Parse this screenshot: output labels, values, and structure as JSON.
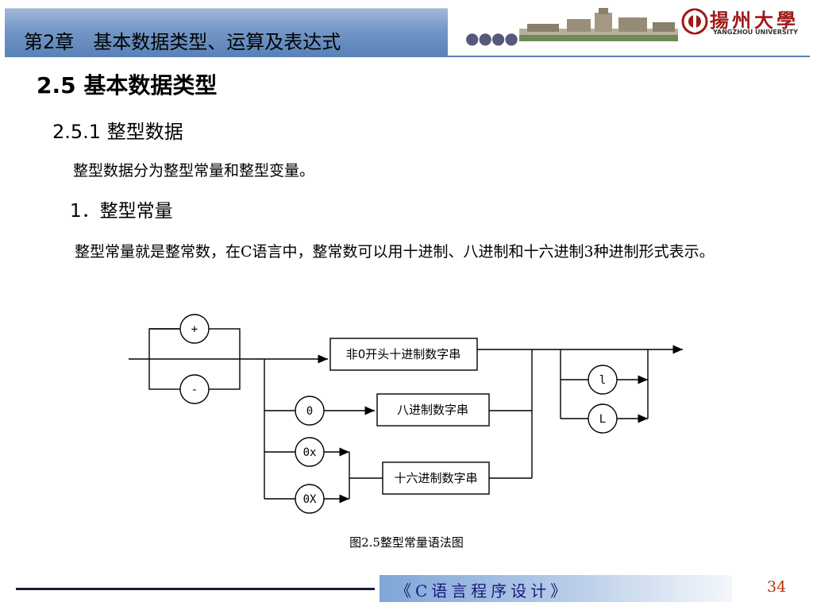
{
  "header": {
    "chapter": "第2章　基本数据类型、运算及表达式",
    "dots": "●●●●",
    "logo_text": "揚州大學",
    "logo_sub": "YANGZHOU UNIVERSITY"
  },
  "section_title": "2.5 基本数据类型",
  "subsection_title": "2.5.1 整型数据",
  "paragraph1": "整型数据分为整型常量和整型变量。",
  "item_title": "1．整型常量",
  "paragraph2": "整型常量就是整常数，在C语言中，整常数可以用十进制、八进制和十六进制3种进制形式表示。",
  "diagram": {
    "plus": "+",
    "minus": "-",
    "zero": "0",
    "zero_x": "0x",
    "zero_X": "0X",
    "decimal_box": "非0开头十进制数字串",
    "octal_box": "八进制数字串",
    "hex_box": "十六进制数字串",
    "suffix_l": "l",
    "suffix_L": "L"
  },
  "caption": "图2.5整型常量语法图",
  "footer": {
    "course": "《C语言程序设计》",
    "page": "34"
  }
}
